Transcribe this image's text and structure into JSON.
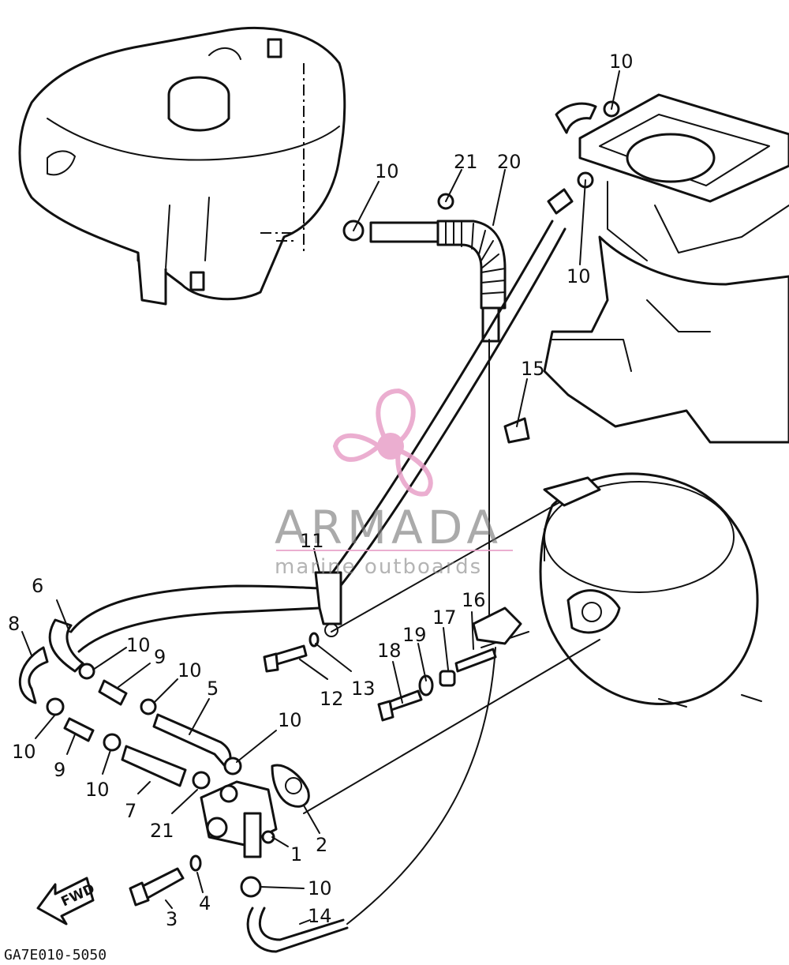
{
  "watermark": {
    "brand": "ARMADA",
    "tagline": "marine outboards",
    "accent_color": "#e8a0c8"
  },
  "diagram_code": "GA7E010-5050",
  "fwd_arrow_label": "FWD",
  "callouts": {
    "c1": "1",
    "c2": "2",
    "c3": "3",
    "c4": "4",
    "c5": "5",
    "c6": "6",
    "c7": "7",
    "c8": "8",
    "c9a": "9",
    "c9b": "9",
    "c10a": "10",
    "c10b": "10",
    "c10c": "10",
    "c10d": "10",
    "c10e": "10",
    "c10f": "10",
    "c10g": "10",
    "c10h": "10",
    "c10i": "10",
    "c11": "11",
    "c12": "12",
    "c13": "13",
    "c14": "14",
    "c15": "15",
    "c16": "16",
    "c17": "17",
    "c18": "18",
    "c19": "19",
    "c20": "20",
    "c21a": "21",
    "c21b": "21"
  }
}
